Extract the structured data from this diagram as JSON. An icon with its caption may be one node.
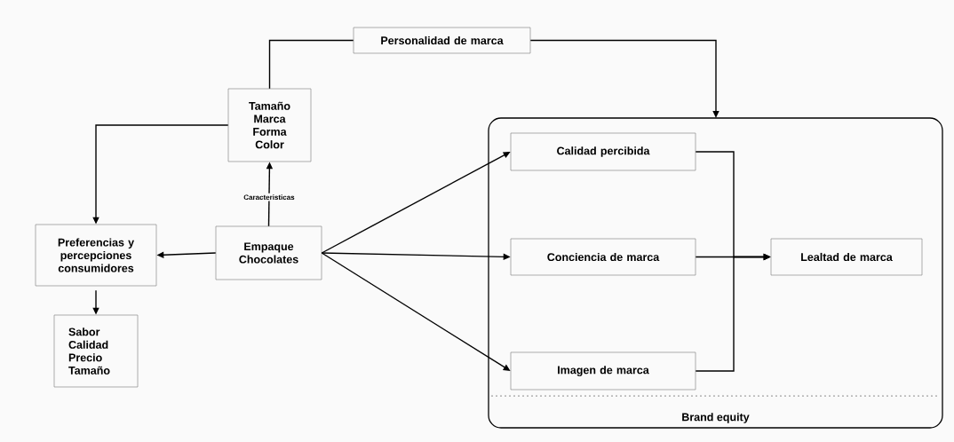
{
  "diagram": {
    "nodes": [
      {
        "text": [
          "Personalidad de marca"
        ]
      },
      {
        "text": [
          "Tamaño Marca Forma Color"
        ]
      },
      {
        "text": [
          "Preferencias y percepciones consumidores"
        ]
      },
      {
        "text": [
          "Empaque Chocolates"
        ]
      },
      {
        "text": [
          "Sabor Calidad Precio Tamaño"
        ]
      },
      {
        "text": [
          "Brand equity"
        ]
      },
      {
        "text": [
          "Calidad percibida"
        ],
        "in": 5
      },
      {
        "text": [
          "Conciencia de marca"
        ],
        "in": 5
      },
      {
        "text": [
          "Imagen de marca"
        ],
        "in": 5
      },
      {
        "text": [
          "Lealtad de marca"
        ],
        "in": 5
      }
    ],
    "edges": [
      {
        "from": 1,
        "to": 0,
        "arrow": "none"
      },
      {
        "from": 0,
        "to": 5,
        "arrow": "to"
      },
      {
        "from": 1,
        "to": 2,
        "arrow": "to"
      },
      {
        "from": 3,
        "to": 1,
        "arrow": "to",
        "label": "Caracteristicas"
      },
      {
        "from": 3,
        "to": 2,
        "arrow": "to"
      },
      {
        "from": 2,
        "to": 4,
        "arrow": "to"
      },
      {
        "from": 3,
        "to": 6,
        "arrow": "to"
      },
      {
        "from": 3,
        "to": 7,
        "arrow": "to"
      },
      {
        "from": 3,
        "to": 8,
        "arrow": "to"
      },
      {
        "from": 6,
        "to": 9,
        "arrow": "to"
      },
      {
        "from": 7,
        "to": 9,
        "arrow": "to"
      },
      {
        "from": 8,
        "to": 9,
        "arrow": "to"
      }
    ]
  }
}
